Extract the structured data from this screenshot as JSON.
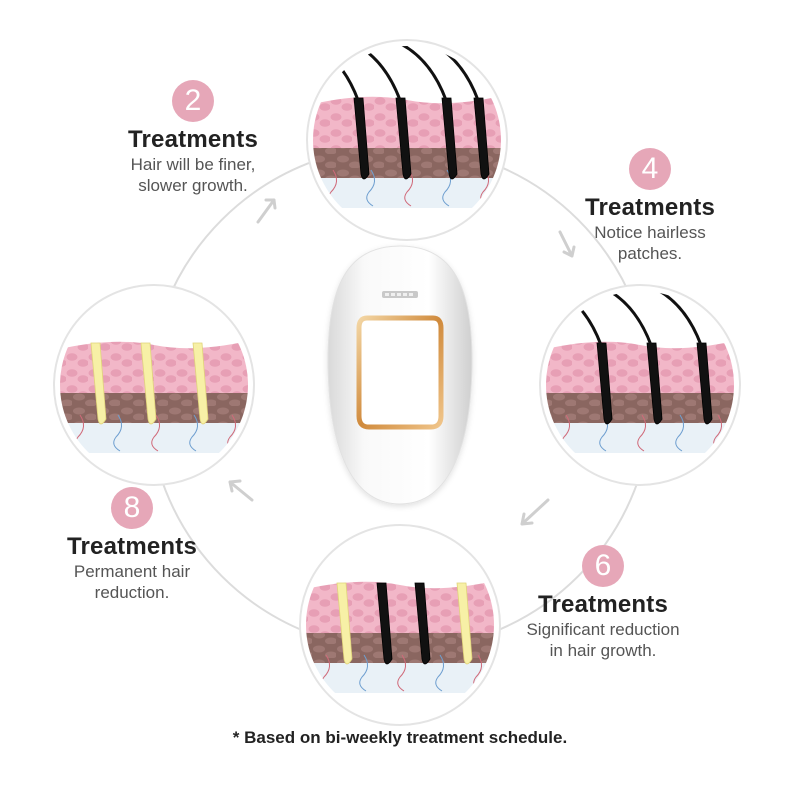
{
  "colors": {
    "badge": "#e6a7b8",
    "skin_pink": "#f2b7c8",
    "skin_dark": "#8a6660",
    "hair_dark": "#111111",
    "hair_light": "#f7f0a6",
    "device_trim": "#d89a4a",
    "cycle_ring": "#dcdcdc"
  },
  "steps": [
    {
      "number": "2",
      "title": "Treatments",
      "description": [
        "Hair will be finer,",
        "slower growth."
      ],
      "hair_stage": "dark-thick"
    },
    {
      "number": "4",
      "title": "Treatments",
      "description": [
        "Notice hairless",
        "patches."
      ],
      "hair_stage": "dark-sparse"
    },
    {
      "number": "6",
      "title": "Treatments",
      "description": [
        "Significant reduction",
        "in hair growth."
      ],
      "hair_stage": "mostly-light"
    },
    {
      "number": "8",
      "title": "Treatments",
      "description": [
        "Permanent hair",
        "reduction."
      ],
      "hair_stage": "light"
    }
  ],
  "footnote": "* Based on bi-weekly treatment schedule."
}
